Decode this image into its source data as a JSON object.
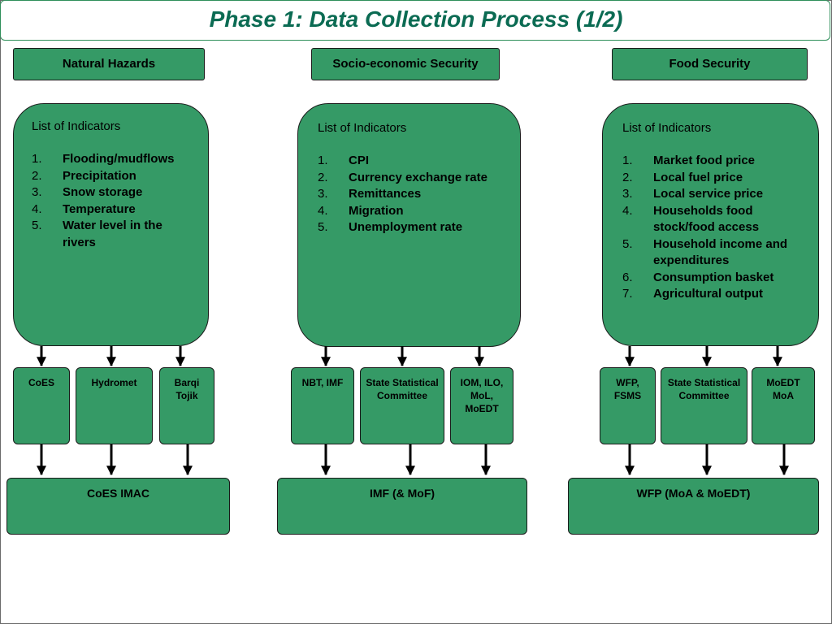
{
  "title": "Phase 1: Data Collection Process (1/2)",
  "columns": [
    {
      "header": "Natural Hazards",
      "indicators_title": "List of Indicators",
      "indicators": [
        "Flooding/mudflows",
        "Precipitation",
        "Snow storage",
        "Temperature",
        "Water level in the rivers"
      ],
      "sources": [
        "CoES",
        "Hydromet",
        "Barqi Tojik"
      ],
      "destination": "CoES IMAC"
    },
    {
      "header": "Socio-economic Security",
      "indicators_title": "List of Indicators",
      "indicators": [
        "CPI",
        "Currency exchange rate",
        "Remittances",
        "Migration",
        "Unemployment rate"
      ],
      "sources": [
        "NBT, IMF",
        "State Statistical Committee",
        "IOM, ILO, MoL, MoEDT"
      ],
      "destination": "IMF (& MoF)"
    },
    {
      "header": "Food Security",
      "indicators_title": "List of Indicators",
      "indicators": [
        "Market food price",
        "Local fuel price",
        "Local service price",
        "Households food stock/food access",
        "Household income and expenditures",
        "Consumption basket",
        "Agricultural output"
      ],
      "sources": [
        "WFP, FSMS",
        "State Statistical Committee",
        "MoEDT MoA"
      ],
      "destination": "WFP (MoA & MoEDT)"
    }
  ],
  "colors": {
    "box_fill": "#359a66",
    "title_text": "#0b6b53",
    "border": "#1a1a1a"
  }
}
